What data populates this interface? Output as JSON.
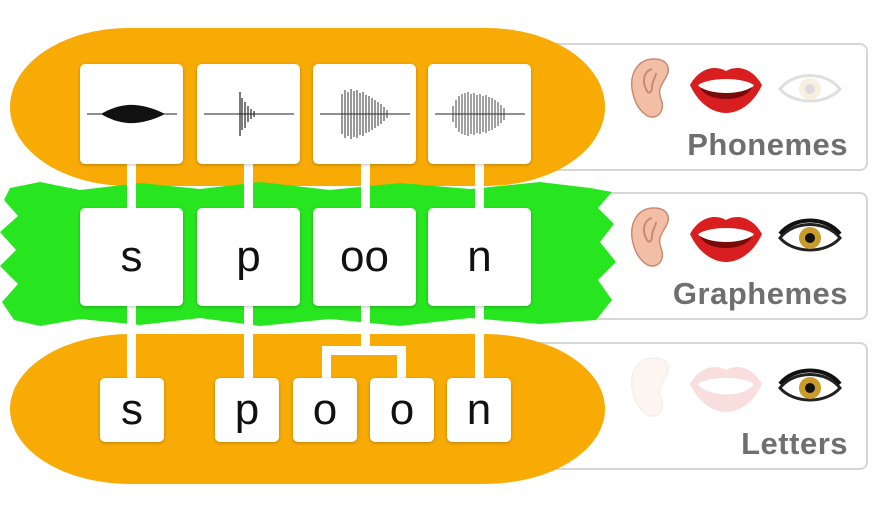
{
  "layers": {
    "phonemes": {
      "label": "Phonemes"
    },
    "graphemes": {
      "label": "Graphemes",
      "items": [
        "s",
        "p",
        "oo",
        "n"
      ]
    },
    "letters": {
      "label": "Letters",
      "items": [
        "s",
        "p",
        "o",
        "o",
        "n"
      ]
    }
  },
  "icons": {
    "ear": "ear-icon",
    "mouth": "mouth-icon",
    "eye": "eye-icon",
    "waveform": "waveform-icon"
  },
  "colors": {
    "bun": "#f8ab05",
    "filling": "#27e61f",
    "label": "#6f6f6f",
    "panel_border": "#d6d6d6"
  }
}
